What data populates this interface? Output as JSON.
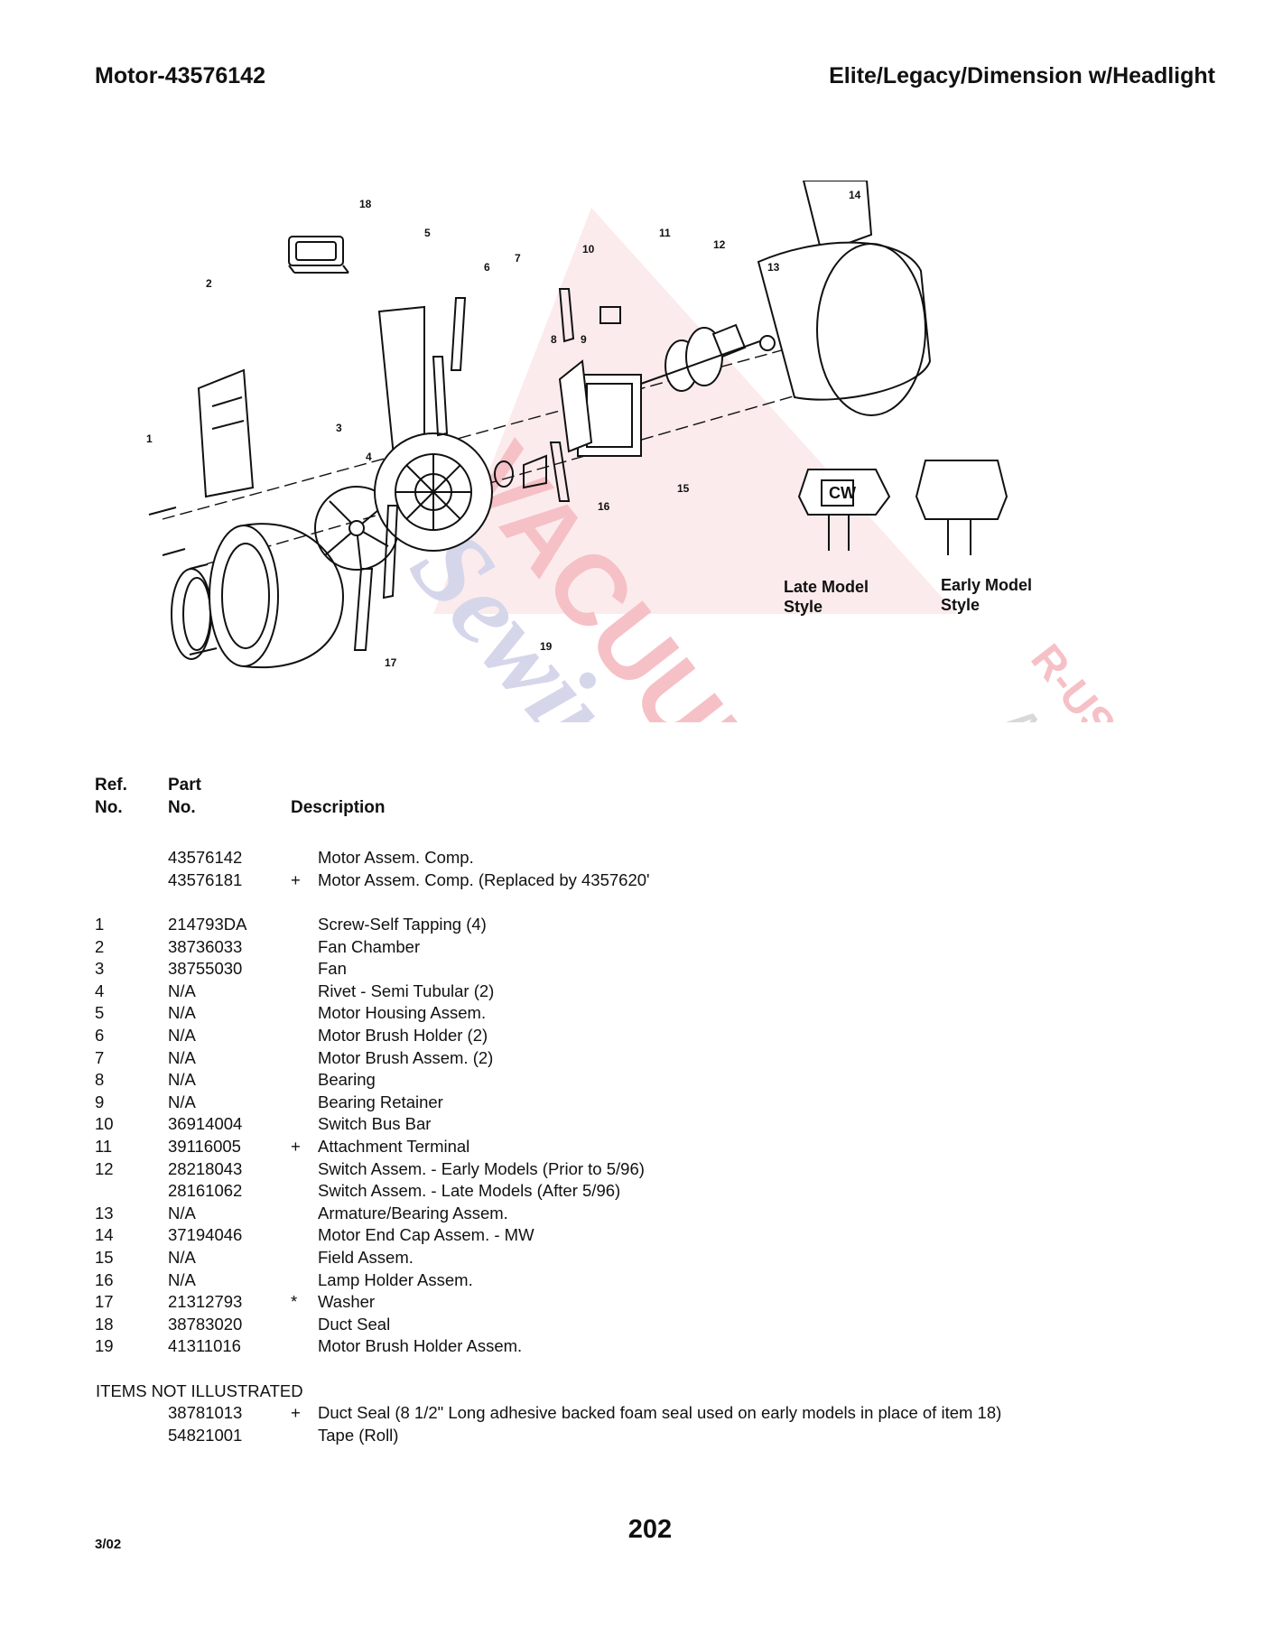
{
  "header": {
    "title_left": "Motor-43576142",
    "title_right": "Elite/Legacy/Dimension  w/Headlight"
  },
  "diagram": {
    "callouts": [
      "1",
      "2",
      "3",
      "4",
      "5",
      "6",
      "7",
      "8",
      "9",
      "10",
      "11",
      "12",
      "13",
      "14",
      "15",
      "16",
      "17",
      "18",
      "19"
    ],
    "late_model_caption": [
      "Late Model",
      "Style"
    ],
    "early_model_caption": [
      "Early Model",
      "Style"
    ],
    "switch_logo": "CW",
    "watermark": {
      "main": "VACUUMS",
      "secondary": "Sewing too",
      "suffix": "R-US",
      "connector": "AND"
    }
  },
  "table": {
    "headers": {
      "ref_line1": "Ref.",
      "ref_line2": "No.",
      "part_line1": "Part",
      "part_line2": "No.",
      "description": "Description"
    },
    "assembly_rows": [
      {
        "ref": "",
        "part": "43576142",
        "mark": "",
        "desc": "Motor Assem. Comp."
      },
      {
        "ref": "",
        "part": "43576181",
        "mark": "+",
        "desc": "Motor Assem. Comp. (Replaced by 4357620'"
      }
    ],
    "rows": [
      {
        "ref": "1",
        "part": "214793DA",
        "mark": "",
        "desc": "Screw-Self Tapping (4)"
      },
      {
        "ref": "2",
        "part": "38736033",
        "mark": "",
        "desc": "Fan Chamber"
      },
      {
        "ref": "3",
        "part": "38755030",
        "mark": "",
        "desc": "Fan"
      },
      {
        "ref": "4",
        "part": "N/A",
        "mark": "",
        "desc": "Rivet - Semi Tubular (2)"
      },
      {
        "ref": "5",
        "part": "N/A",
        "mark": "",
        "desc": "Motor Housing Assem."
      },
      {
        "ref": "6",
        "part": "N/A",
        "mark": "",
        "desc": "Motor Brush Holder (2)"
      },
      {
        "ref": "7",
        "part": "N/A",
        "mark": "",
        "desc": "Motor Brush Assem. (2)"
      },
      {
        "ref": "8",
        "part": "N/A",
        "mark": "",
        "desc": "Bearing"
      },
      {
        "ref": "9",
        "part": "N/A",
        "mark": "",
        "desc": "Bearing Retainer"
      },
      {
        "ref": "10",
        "part": "36914004",
        "mark": "",
        "desc": "Switch Bus Bar"
      },
      {
        "ref": "11",
        "part": "39116005",
        "mark": "+",
        "desc": "Attachment Terminal"
      },
      {
        "ref": "12",
        "part": "28218043",
        "mark": "",
        "desc": "Switch Assem. - Early Models (Prior to 5/96)"
      },
      {
        "ref": "",
        "part": "28161062",
        "mark": "",
        "desc": "Switch Assem. - Late Models (After 5/96)"
      },
      {
        "ref": "13",
        "part": "N/A",
        "mark": "",
        "desc": "Armature/Bearing Assem."
      },
      {
        "ref": "14",
        "part": "37194046",
        "mark": "",
        "desc": "Motor End Cap Assem. - MW"
      },
      {
        "ref": "15",
        "part": "N/A",
        "mark": "",
        "desc": "Field Assem."
      },
      {
        "ref": "16",
        "part": "N/A",
        "mark": "",
        "desc": "Lamp Holder Assem."
      },
      {
        "ref": "17",
        "part": "21312793",
        "mark": "*",
        "desc": "Washer"
      },
      {
        "ref": "18",
        "part": "38783020",
        "mark": "",
        "desc": "Duct Seal"
      },
      {
        "ref": "19",
        "part": "41311016",
        "mark": "",
        "desc": "Motor Brush Holder Assem."
      }
    ],
    "not_illustrated_title": "ITEMS  NOT  ILLUSTRATED",
    "not_illustrated_rows": [
      {
        "part": "38781013",
        "mark": "+",
        "desc": "Duct Seal (8 1/2\" Long adhesive backed foam seal used on early models in place of item 18)"
      },
      {
        "part": "54821001",
        "mark": "",
        "desc": "Tape (Roll)"
      }
    ]
  },
  "footer": {
    "date": "3/02",
    "page": "202"
  }
}
